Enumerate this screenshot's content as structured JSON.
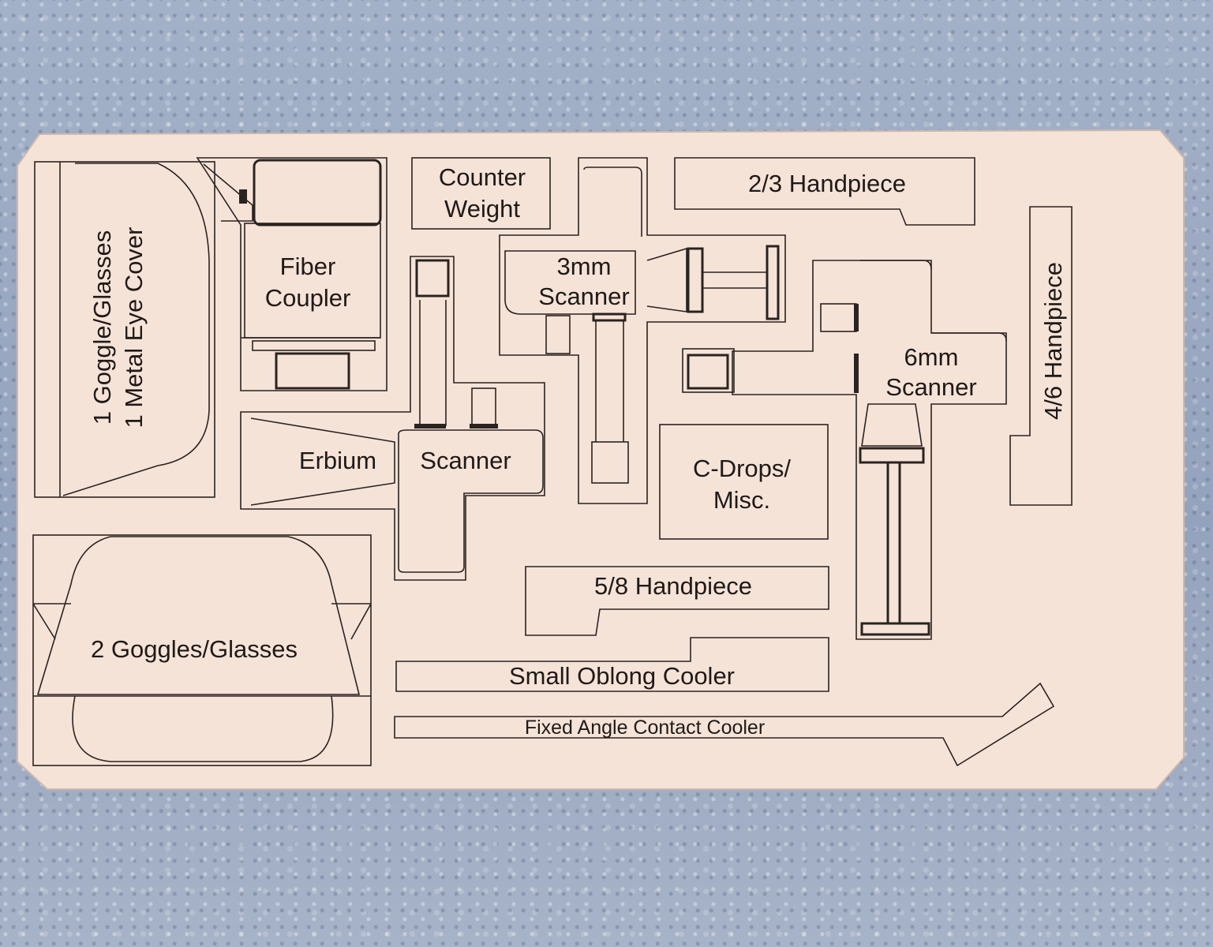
{
  "board": {
    "background_color": "#f6e3d8",
    "line_color": "#2a2320",
    "foam_color": "#9aa9c2"
  },
  "labels": {
    "goggle_glasses_1": "1 Goggle/Glasses",
    "metal_eye_cover": "1 Metal Eye Cover",
    "fiber": "Fiber",
    "coupler": "Coupler",
    "counter": "Counter",
    "weight": "Weight",
    "handpiece_2_3": "2/3 Handpiece",
    "scanner_3mm_a": "3mm",
    "scanner_3mm_b": "Scanner",
    "scanner_6mm_a": "6mm",
    "scanner_6mm_b": "Scanner",
    "handpiece_4_6": "4/6 Handpiece",
    "erbium": "Erbium",
    "scanner": "Scanner",
    "cdrops_a": "C-Drops/",
    "cdrops_b": "Misc.",
    "goggles_glasses_2": "2 Goggles/Glasses",
    "handpiece_5_8": "5/8 Handpiece",
    "small_oblong_cooler": "Small Oblong Cooler",
    "fixed_angle_contact_cooler": "Fixed Angle Contact Cooler"
  }
}
